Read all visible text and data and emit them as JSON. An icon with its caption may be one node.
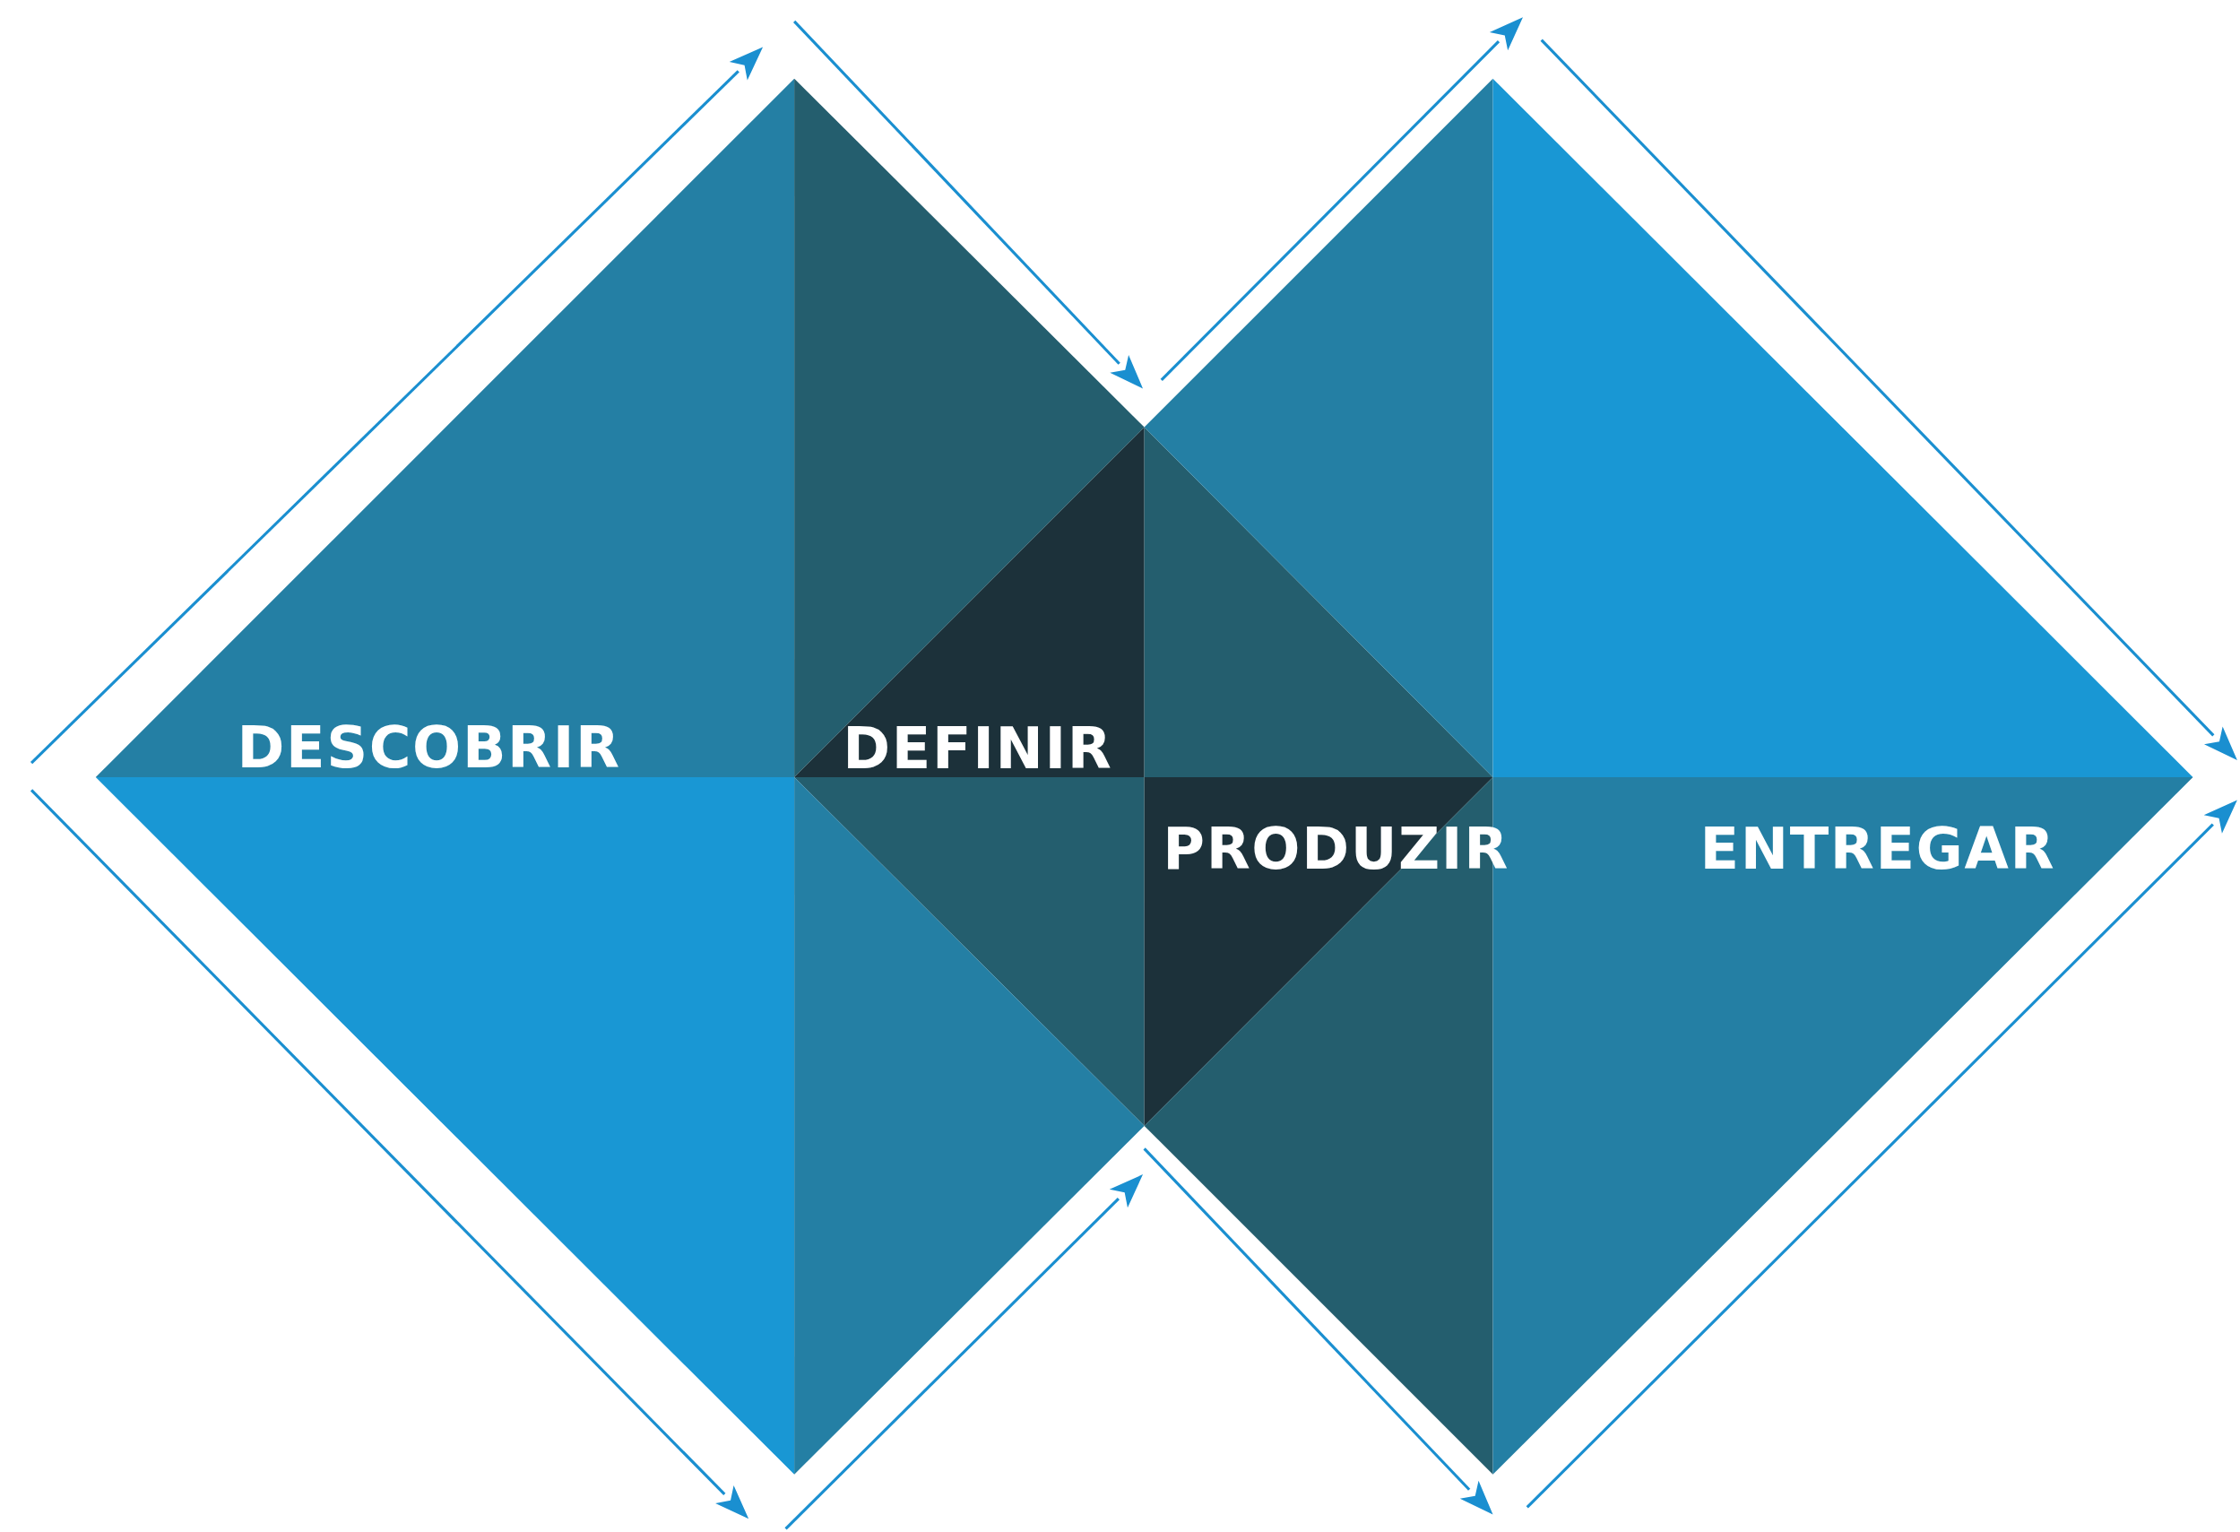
{
  "diagram": {
    "labels": [
      "DESCOBRIR",
      "DEFINIR",
      "PRODUZIR",
      "ENTREGAR"
    ]
  }
}
